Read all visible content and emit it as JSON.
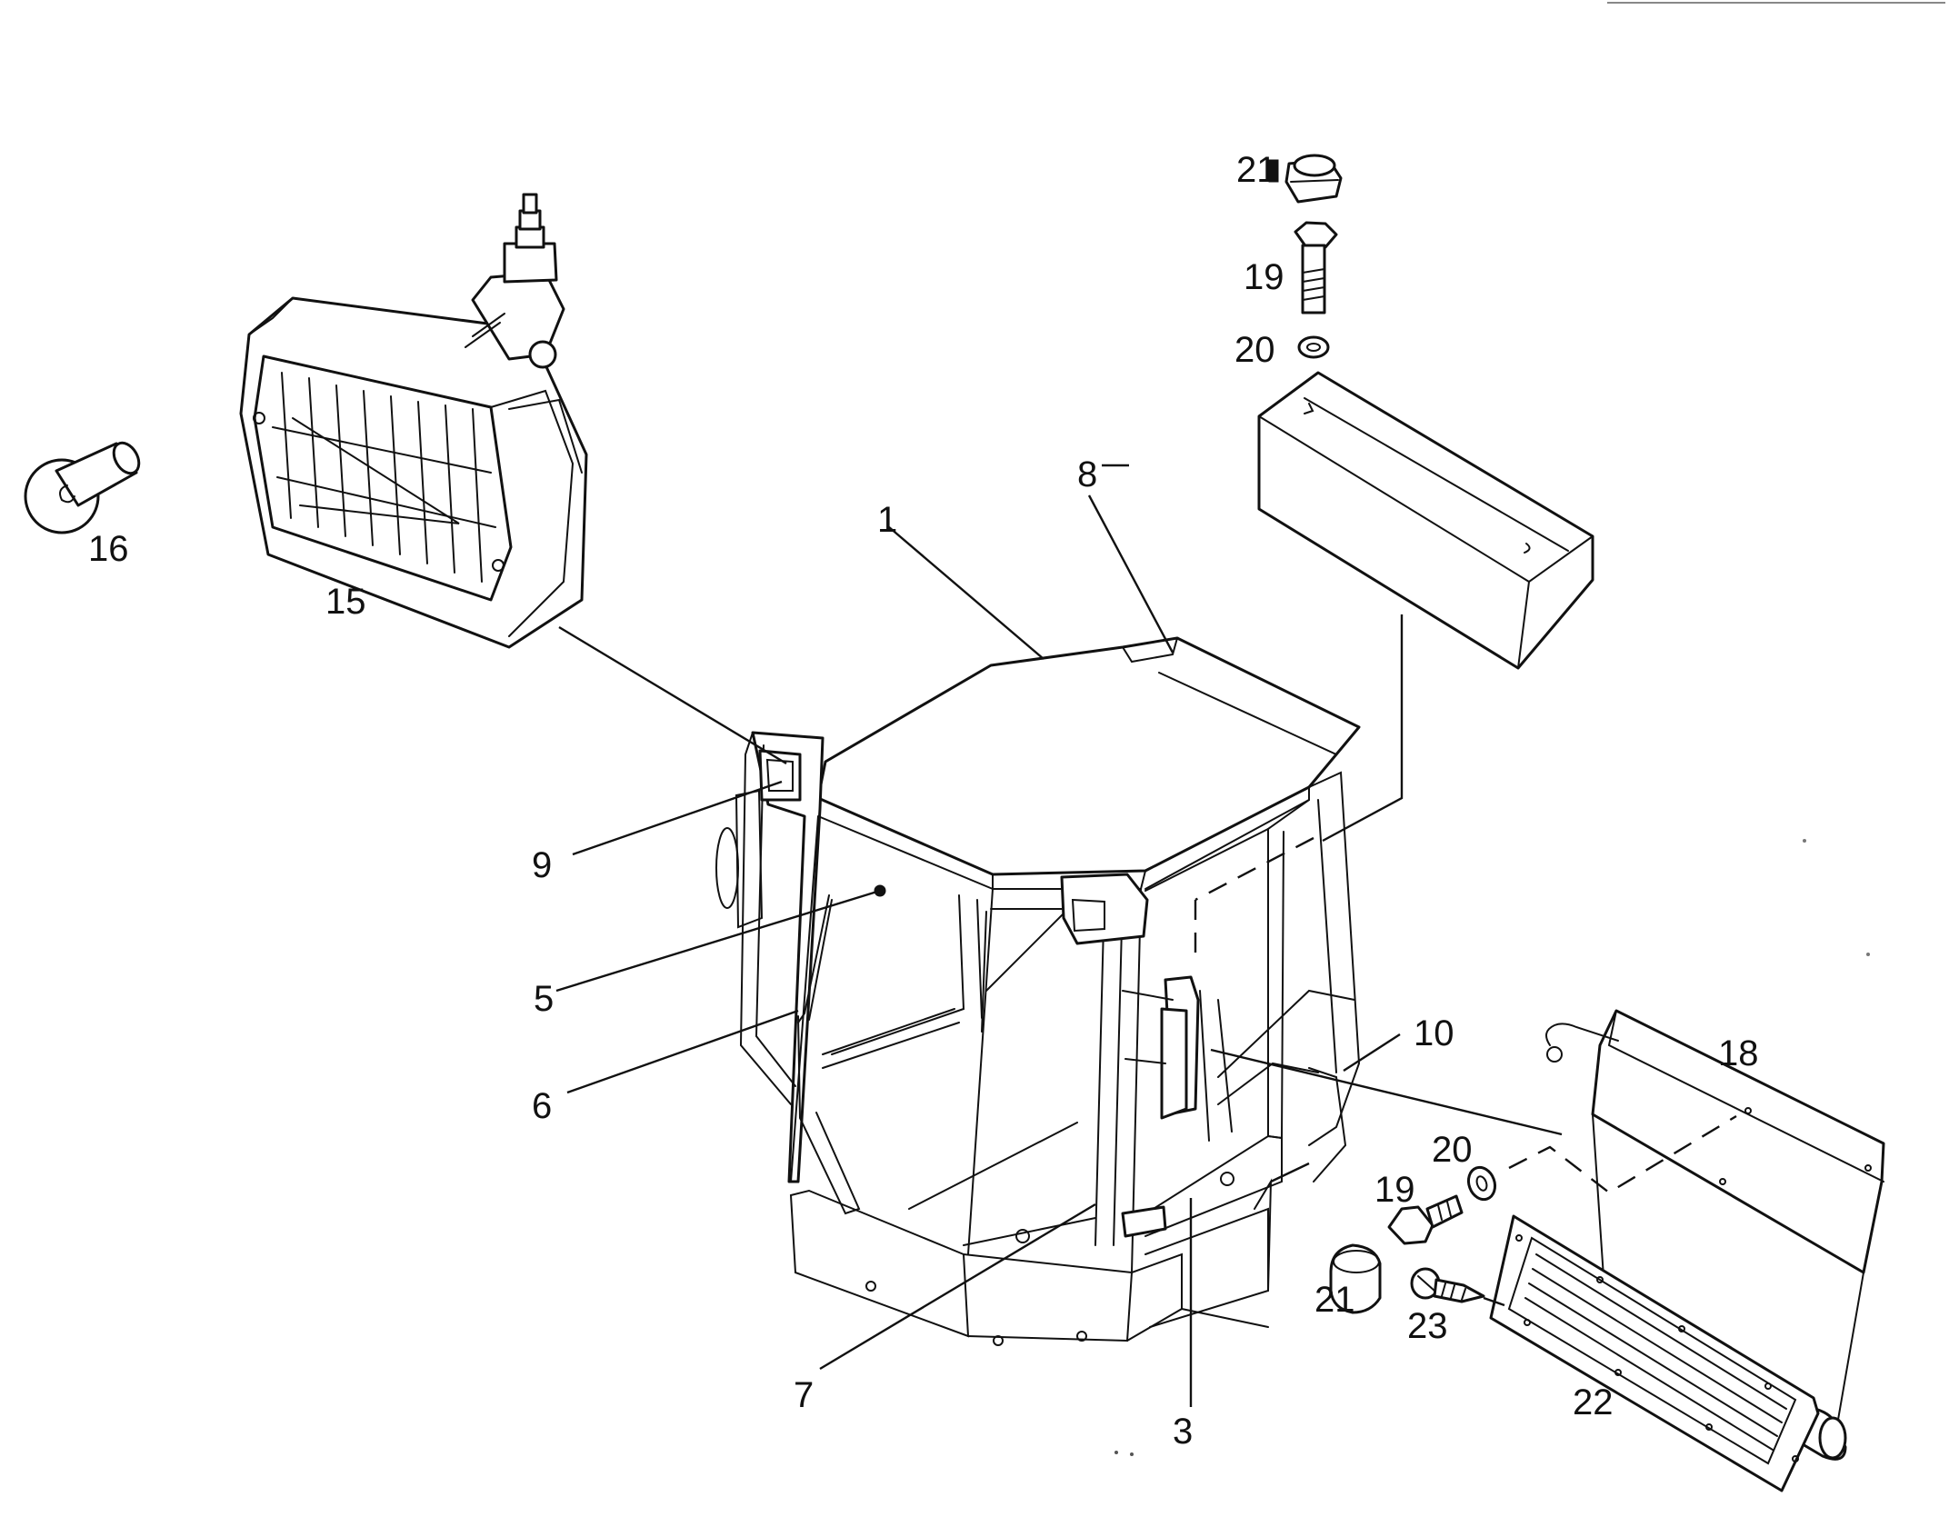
{
  "diagram": {
    "labels": {
      "l1": "1",
      "l3": "3",
      "l5": "5",
      "l6": "6",
      "l7": "7",
      "l8": "8",
      "l9": "9",
      "l10": "10",
      "l15": "15",
      "l16": "16",
      "l18": "18",
      "l19a": "19",
      "l19b": "19",
      "l20a": "20",
      "l20b": "20",
      "l21a": "21",
      "l21b": "21",
      "l22": "22",
      "l23": "23"
    }
  }
}
